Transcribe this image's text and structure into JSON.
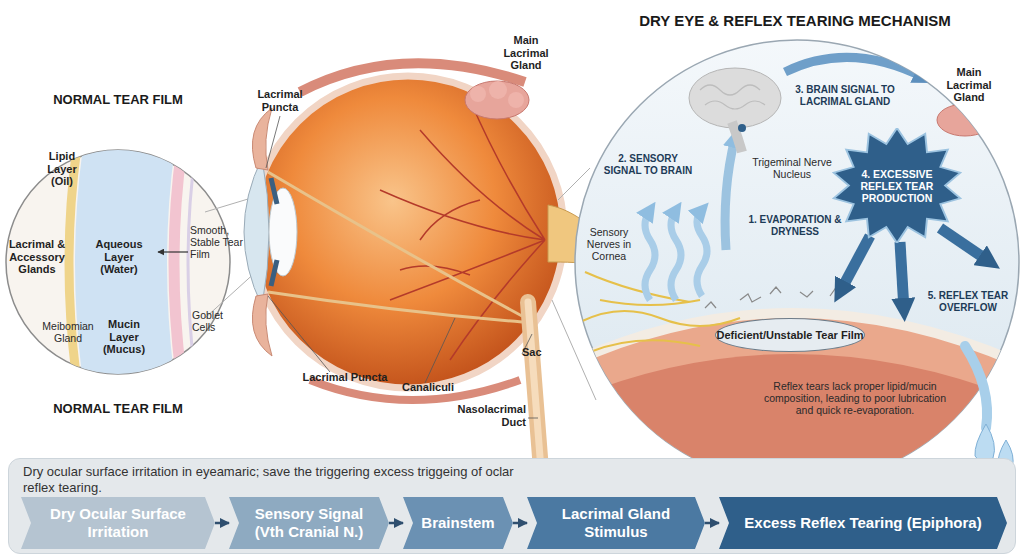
{
  "diagram": {
    "title": "DRY EYE & REFLEX TEARING MECHANISM",
    "nodes": [
      {
        "text": [
          "4. EXCESSIVE REFLEX TEAR PRODUCTION"
        ]
      },
      {
        "text": [
          "Deficient/Unstable Tear Film"
        ]
      },
      {
        "text": [
          "Dry ocular surface irritation in eyeamaric; save the triggering excess triggeing of oclar reflex tearing."
        ]
      },
      {
        "text": [
          "Dry Ocular Surface Irritation"
        ],
        "in": 2
      },
      {
        "text": [
          "Sensory Signal (Vth Cranial N.)"
        ],
        "in": 2
      },
      {
        "text": [
          "Brainstem"
        ],
        "in": 2
      },
      {
        "text": [
          "Lacrimal Gland Stimulus"
        ],
        "in": 2
      },
      {
        "text": [
          "Excess Reflex Tearing (Epiphora)"
        ],
        "in": 2
      }
    ],
    "edges": [
      {
        "from": 3,
        "to": 4,
        "arrow": "to"
      },
      {
        "from": 4,
        "to": 5,
        "arrow": "to"
      },
      {
        "from": 5,
        "to": 6,
        "arrow": "to"
      },
      {
        "from": 6,
        "to": 7,
        "arrow": "to"
      }
    ],
    "labels": [
      "NORMAL TEAR FILM",
      "Lipid Layer (Oil)",
      "Lacrimal & Accessory Glands",
      "Aqueous Layer (Water)",
      "Smooth, Stable Tear Film",
      "Meibomian Gland",
      "Mucin Layer (Mucus)",
      "Goblet Cells",
      "NORMAL TEAR FILM",
      "Lacrimal Puncta",
      "Main Lacrimal Gland",
      "Lacrimal Puncta",
      "Canaliculi",
      "Sac",
      "Nasolacrimal Duct",
      "3. BRAIN SIGNAL TO LACRIMAL GLAND",
      "Main Lacrimal Gland",
      "2. SENSORY SIGNAL TO BRAIN",
      "Trigeminal Nerve Nucleus",
      "1. EVAPORATION & DRYNESS",
      "Sensory Nerves in Cornea",
      "5. REFLEX TEAR OVERFLOW",
      "Reflex tears lack proper lipid/mucin composition, leading to poor lubrication and quick re-evaporation."
    ]
  }
}
